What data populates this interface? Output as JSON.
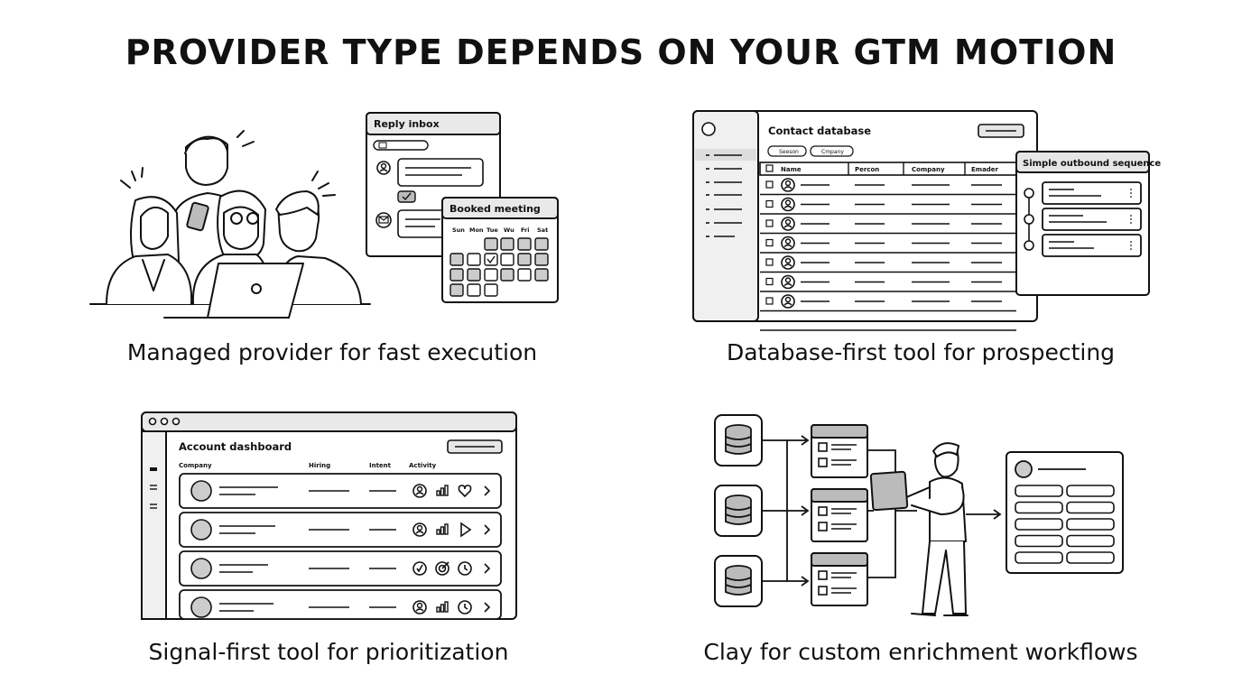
{
  "title": "PROVIDER TYPE DEPENDS ON YOUR GTM MOTION",
  "quadrants": {
    "managed": {
      "caption": "Managed provider for fast execution",
      "reply_inbox_title": "Reply inbox",
      "booked_meeting_title": "Booked meeting",
      "weekdays": [
        "Sun",
        "Mon",
        "Tue",
        "Wu",
        "Fri",
        "Sat"
      ]
    },
    "database": {
      "caption": "Database-first tool for prospecting",
      "window_title": "Contact database",
      "filters": [
        "Seeson",
        "Cmpany"
      ],
      "columns": [
        "Name",
        "Percon",
        "Company",
        "Emader"
      ],
      "sequence_title": "Simple outbound sequence"
    },
    "signal": {
      "caption": "Signal-first tool for prioritization",
      "window_title": "Account dashboard",
      "columns": [
        "Company",
        "Hiring",
        "Intent",
        "Activity"
      ]
    },
    "clay": {
      "caption": "Clay for custom enrichment workflows"
    }
  },
  "icons": [
    "person-icon",
    "bar-chart-icon",
    "heart-icon",
    "play-icon",
    "clock-icon",
    "target-icon",
    "check-icon",
    "chevron-right-icon",
    "database-icon",
    "mail-icon",
    "home-icon"
  ]
}
